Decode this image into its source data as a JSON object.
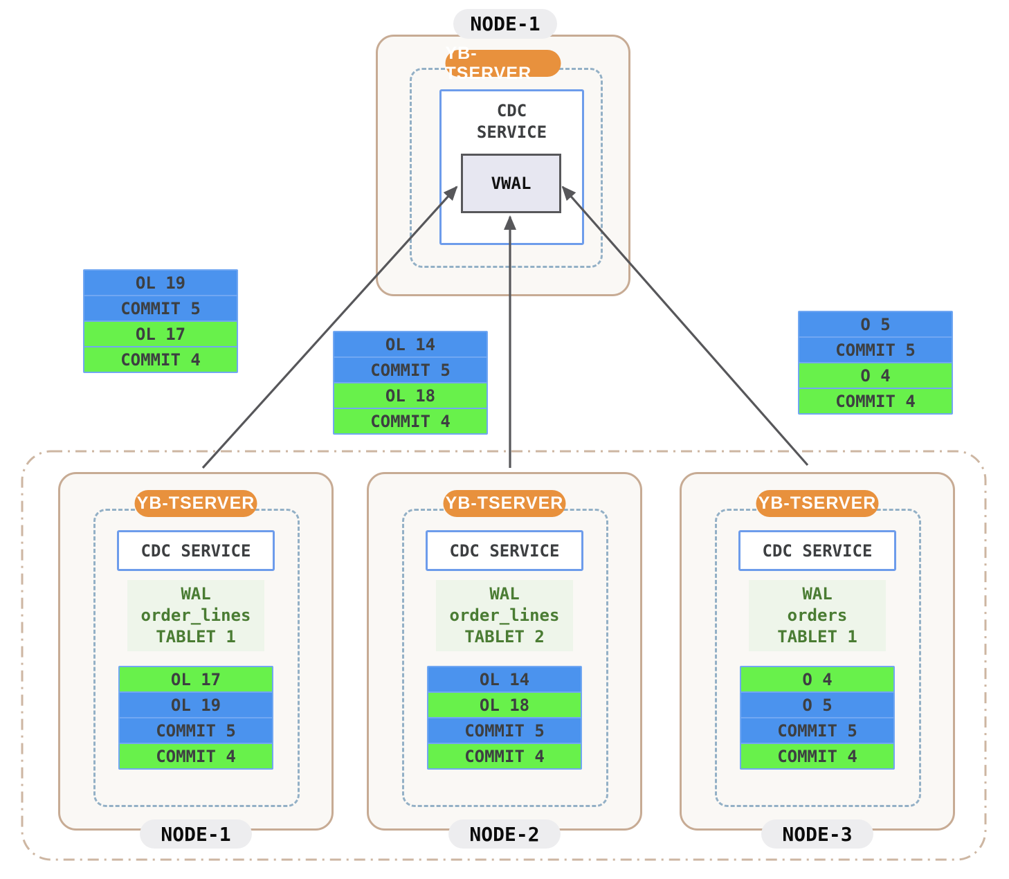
{
  "top_node": {
    "node_label": "NODE-1",
    "tserver_label": "YB-TSERVER",
    "cdc_line1": "CDC",
    "cdc_line2": "SERVICE",
    "vwal_label": "VWAL"
  },
  "floating_stacks": {
    "left": {
      "rows": [
        {
          "text": "OL 19",
          "color": "blue"
        },
        {
          "text": "COMMIT 5",
          "color": "blue"
        },
        {
          "text": "OL 17",
          "color": "green"
        },
        {
          "text": "COMMIT 4",
          "color": "green"
        }
      ]
    },
    "middle": {
      "rows": [
        {
          "text": "OL 14",
          "color": "blue"
        },
        {
          "text": "COMMIT 5",
          "color": "blue"
        },
        {
          "text": "OL 18",
          "color": "green"
        },
        {
          "text": "COMMIT 4",
          "color": "green"
        }
      ]
    },
    "right": {
      "rows": [
        {
          "text": "O 5",
          "color": "blue"
        },
        {
          "text": "COMMIT 5",
          "color": "blue"
        },
        {
          "text": "O 4",
          "color": "green"
        },
        {
          "text": "COMMIT 4",
          "color": "green"
        }
      ]
    }
  },
  "cluster": {
    "nodes": [
      {
        "node_label": "NODE-1",
        "tserver_label": "YB-TSERVER",
        "cdc_label": "CDC SERVICE",
        "wal_lines": [
          "WAL",
          "order_lines",
          "TABLET 1"
        ],
        "records": [
          {
            "text": "OL 17",
            "color": "green"
          },
          {
            "text": "OL 19",
            "color": "blue"
          },
          {
            "text": "COMMIT 5",
            "color": "blue"
          },
          {
            "text": "COMMIT 4",
            "color": "green"
          }
        ]
      },
      {
        "node_label": "NODE-2",
        "tserver_label": "YB-TSERVER",
        "cdc_label": "CDC SERVICE",
        "wal_lines": [
          "WAL",
          "order_lines",
          "TABLET 2"
        ],
        "records": [
          {
            "text": "OL 14",
            "color": "blue"
          },
          {
            "text": "OL 18",
            "color": "green"
          },
          {
            "text": "COMMIT 5",
            "color": "blue"
          },
          {
            "text": "COMMIT 4",
            "color": "green"
          }
        ]
      },
      {
        "node_label": "NODE-3",
        "tserver_label": "YB-TSERVER",
        "cdc_label": "CDC SERVICE",
        "wal_lines": [
          "WAL",
          "orders",
          "TABLET 1"
        ],
        "records": [
          {
            "text": "O 4",
            "color": "green"
          },
          {
            "text": "O 5",
            "color": "blue"
          },
          {
            "text": "COMMIT 5",
            "color": "blue"
          },
          {
            "text": "COMMIT 4",
            "color": "green"
          }
        ]
      }
    ]
  },
  "colors": {
    "record_blue": "#4b93ee",
    "record_green": "#68f14b",
    "record_border": "#71a7f2",
    "orange_badge": "#e8913d",
    "node_border": "#c7ab94",
    "node_background": "#faf8f5",
    "cluster_dashdot_border": "#cdb6a2",
    "inner_dashed_border": "#93b0c6",
    "cdc_border": "#6d9ceb",
    "wal_background": "#eef5ea",
    "wal_text": "#4a7c33",
    "vwal_background": "#e7e7f1",
    "arrow": "#57575a",
    "node_pill_background": "#ededef"
  }
}
